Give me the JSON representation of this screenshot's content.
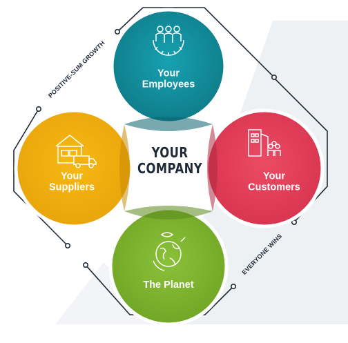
{
  "center": {
    "line1": "YOUR",
    "line2": "COMPANY"
  },
  "nodes": {
    "employees": {
      "line1": "Your",
      "line2": "Employees",
      "icon": "team-gear-icon",
      "color": "#148f9d"
    },
    "customers": {
      "line1": "Your",
      "line2": "Customers",
      "icon": "buildings-people-icon",
      "color": "#e6405b"
    },
    "suppliers": {
      "line1": "Your",
      "line2": "Suppliers",
      "icon": "warehouse-truck-icon",
      "color": "#f1b00e"
    },
    "planet": {
      "line1": "The Planet",
      "icon": "globe-leaf-icon",
      "color": "#80b52f"
    }
  },
  "path_labels": {
    "top_left": "POSITIVE-SUM GROWTH",
    "bottom_right": "EVERYONE WINS"
  },
  "colors": {
    "background_panel": "#eef1f4",
    "outline": "#1f2a36",
    "center_fill": "#ffffff"
  }
}
